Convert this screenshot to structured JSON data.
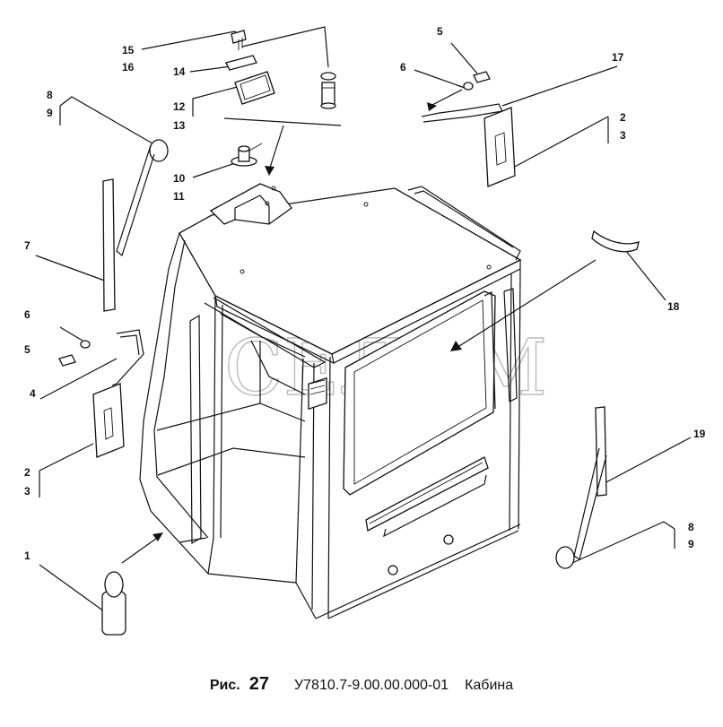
{
  "caption": {
    "fig_label": "Рис.",
    "fig_number": "27",
    "drawing_code": "У7810.7-9.00.00.000-01",
    "title": "Кабина"
  },
  "watermark": "СЕЛЛМ",
  "callouts": {
    "c15": "15",
    "c16": "16",
    "c14": "14",
    "c12": "12",
    "c13": "13",
    "c10": "10",
    "c11": "11",
    "c8a": "8",
    "c9a": "9",
    "c7": "7",
    "c6a": "6",
    "c5a": "5",
    "c4": "4",
    "c2a": "2",
    "c3a": "3",
    "c1": "1",
    "c5b": "5",
    "c6b": "6",
    "c17": "17",
    "c2b": "2",
    "c3b": "3",
    "c18": "18",
    "c19": "19",
    "c8b": "8",
    "c9b": "9"
  }
}
